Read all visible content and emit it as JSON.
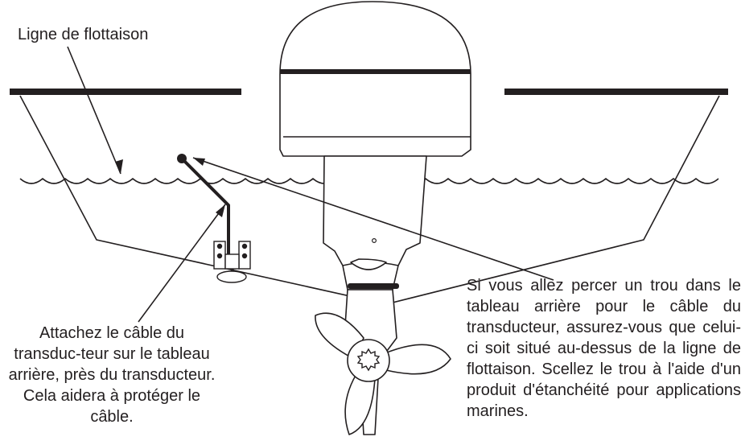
{
  "labels": {
    "waterline": "Ligne de flottaison",
    "attach_cable": "Attachez le câble du transduc-teur sur le tableau arrière, près du transducteur. Cela aidera à protéger le câble.",
    "drill_hole": "Si vous allez percer un trou dans le tableau arrière pour le câble du transducteur, assurez-vous que celui-ci soit situé au-dessus de la ligne de flottaison. Scellez le trou à l'aide d'un produit d'étanchéité pour applications marines."
  },
  "colors": {
    "line": "#231f20",
    "background": "#ffffff"
  }
}
